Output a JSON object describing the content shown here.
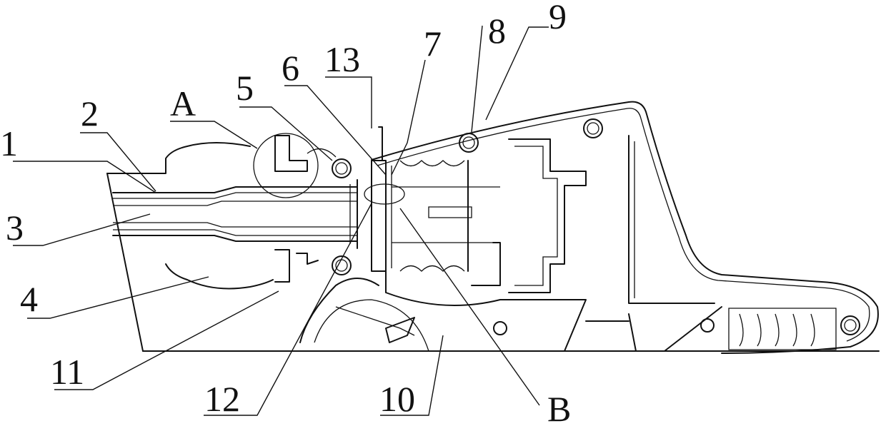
{
  "callouts": [
    {
      "id": "1",
      "text": "1"
    },
    {
      "id": "2",
      "text": "2"
    },
    {
      "id": "3",
      "text": "3"
    },
    {
      "id": "4",
      "text": "4"
    },
    {
      "id": "5",
      "text": "5"
    },
    {
      "id": "6",
      "text": "6"
    },
    {
      "id": "7",
      "text": "7"
    },
    {
      "id": "8",
      "text": "8"
    },
    {
      "id": "9",
      "text": "9"
    },
    {
      "id": "10",
      "text": "10"
    },
    {
      "id": "11",
      "text": "11"
    },
    {
      "id": "12",
      "text": "12"
    },
    {
      "id": "13",
      "text": "13"
    },
    {
      "id": "A",
      "text": "A"
    },
    {
      "id": "B",
      "text": "B"
    }
  ]
}
